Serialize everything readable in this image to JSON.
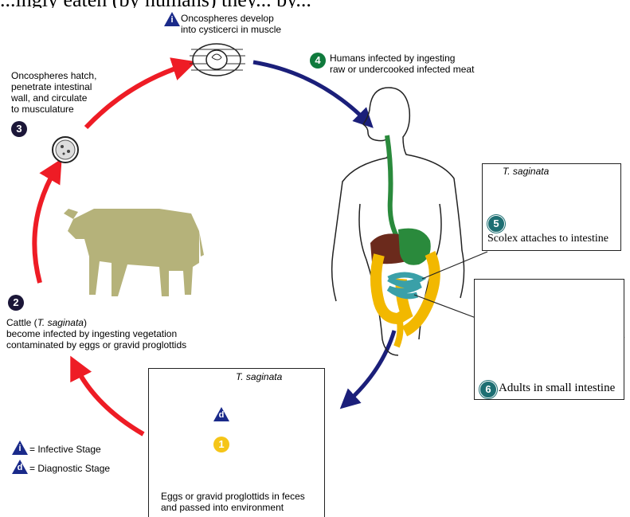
{
  "header_text": "...ingly eaten (by humans) they... by...",
  "stages": {
    "s1": {
      "number": "1",
      "label": "Eggs or gravid proglottids in feces and passed into environment",
      "line1": "Eggs or gravid proglottids in feces",
      "line2": "and passed into environment"
    },
    "s2": {
      "number": "2",
      "line1_pre": "Cattle (",
      "line1_species": "T. saginata",
      "line1_post": ")",
      "line2": "become infected by ingesting vegetation",
      "line3": "contaminated by eggs or gravid proglottids"
    },
    "s3": {
      "number": "3",
      "line1": "Oncospheres hatch,",
      "line2": "penetrate intestinal",
      "line3": "wall, and circulate",
      "line4": "to musculature"
    },
    "s4": {
      "number": "4",
      "line1": "Humans infected by ingesting",
      "line2": "raw or undercooked infected meat"
    },
    "s5": {
      "number": "5",
      "label": "Scolex attaches to intestine"
    },
    "s6": {
      "number": "6",
      "label": "Adults in small intestine"
    },
    "s_i": {
      "letter": "i",
      "line1": "Oncospheres develop",
      "line2": "into cysticerci in muscle"
    }
  },
  "box_titles": {
    "scolex_box": "T. saginata",
    "egg_box": "T. saginata"
  },
  "markers": {
    "d_letter": "d"
  },
  "legend": {
    "infective_letter": "i",
    "infective_label": "= Infective Stage",
    "diagnostic_letter": "d",
    "diagnostic_label": "= Diagnostic Stage"
  },
  "colors": {
    "red_arrow": "#ee1c25",
    "blue_arrow": "#1b1f7a",
    "cow": "#b5b27a",
    "badge_dark": "#1b1638",
    "badge_green": "#0f7a3c",
    "badge_teal": "#1e6f73",
    "badge_yellow": "#f5c518",
    "triangle_blue": "#1a2a8a",
    "liver": "#6b2a1c",
    "stomach": "#2a8a3c",
    "colon": "#f2b800",
    "small_intestine": "#3aa0a8"
  }
}
